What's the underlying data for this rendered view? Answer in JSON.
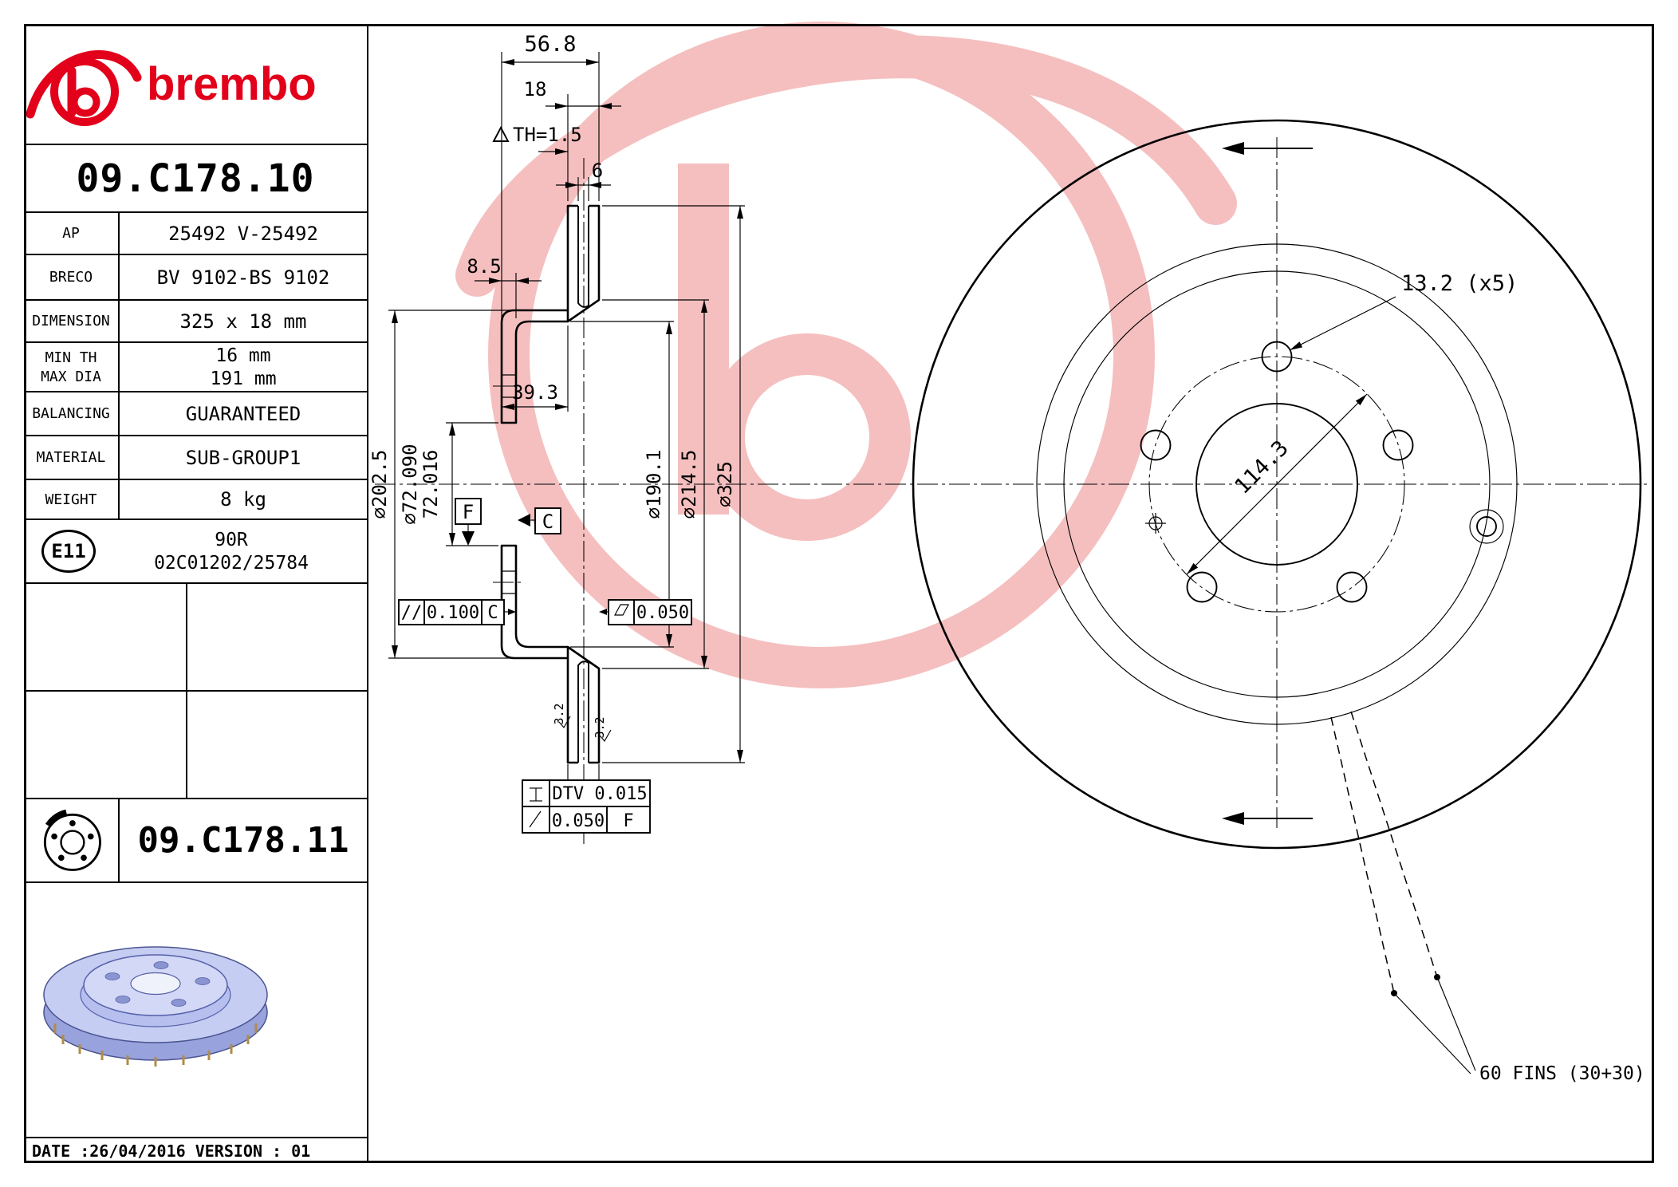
{
  "brand": {
    "wordmark": "brembo",
    "accent_color": "#e2001a",
    "watermark_color": "#f5bfbf"
  },
  "part": {
    "number": "09.C178.10",
    "variant_number": "09.C178.11"
  },
  "spec_table": {
    "ap": {
      "label": "AP",
      "value": "25492 V-25492"
    },
    "breco": {
      "label": "BRECO",
      "value": "BV 9102-BS 9102"
    },
    "dimension": {
      "label": "DIMENSION",
      "value": "325 x 18 mm"
    },
    "min_th": {
      "label": "MIN TH",
      "value": "16 mm"
    },
    "max_dia": {
      "label": "MAX DIA",
      "value": "191 mm"
    },
    "balancing": {
      "label": "BALANCING",
      "value": "GUARANTEED"
    },
    "material": {
      "label": "MATERIAL",
      "value": "SUB-GROUP1"
    },
    "weight": {
      "label": "WEIGHT",
      "value": "8 kg"
    },
    "homologation": {
      "mark": "E11",
      "line1": "90R",
      "line2": "02C01202/25784"
    }
  },
  "footer": {
    "date_line": "DATE :26/04/2016 VERSION : 01"
  },
  "section_view": {
    "dim_overall_width": "56.8",
    "dim_thickness": "18",
    "dim_min_th": "TH=1.5",
    "dim_vent": "6",
    "dim_hat_plate": "8.5",
    "dim_offset": "39.3",
    "dim_hat_od": "⌀202.5",
    "dim_bore_max": "⌀72.090",
    "dim_bore_min": "72.016",
    "dim_inner_1": "⌀190.1",
    "dim_inner_2": "⌀214.5",
    "dim_outer": "⌀325",
    "datum_f": "F",
    "datum_c": "C",
    "tol_parallel_sym": "//",
    "tol_parallel": "0.100",
    "tol_parallel_datum": "C",
    "tol_flat": "0.050",
    "tol_dtv": "DTV 0.015",
    "tol_runout": "0.050",
    "tol_runout_datum": "F",
    "roughness": "3.2"
  },
  "front_view": {
    "bolt_note": "13.2 (x5)",
    "pcd": "114.3",
    "fins_note": "60 FINS (30+30)"
  }
}
